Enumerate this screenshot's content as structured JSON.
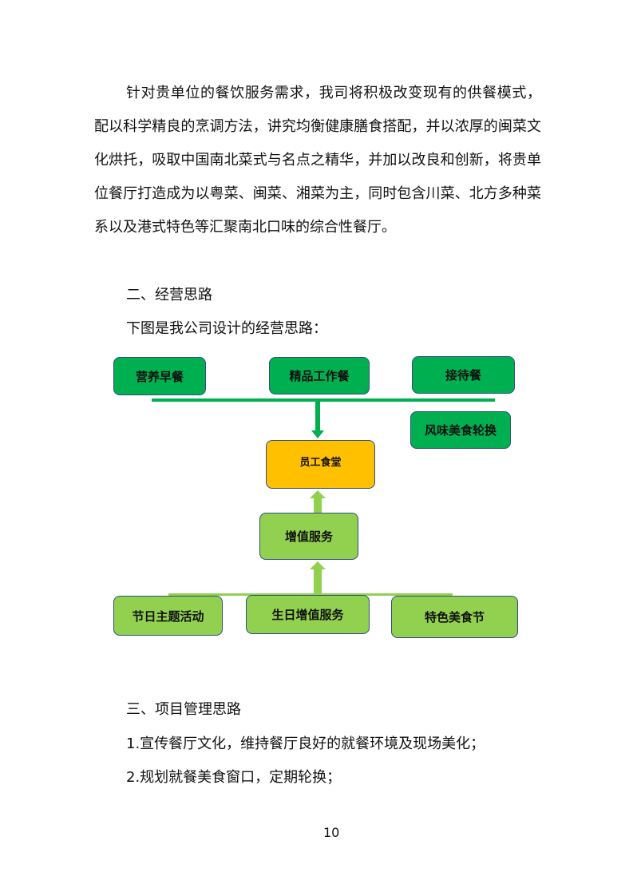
{
  "intro_paragraph": "针对贵单位的餐饮服务需求，我司将积极改变现有的供餐模式，配以科学精良的烹调方法，讲究均衡健康膳食搭配，并以浓厚的闽菜文化烘托，吸取中国南北菜式与名点之精华，并加以改良和创新，将贵单位餐厅打造成为以粤菜、闽菜、湘菜为主，同时包含川菜、北方多种菜系以及港式特色等汇聚南北口味的综合性餐厅。",
  "section2": {
    "heading": "二、经营思路",
    "caption": "下图是我公司设计的经营思路："
  },
  "diagram": {
    "top": [
      "营养早餐",
      "精品工作餐",
      "接待餐"
    ],
    "side": "风味美食轮换",
    "center": "员工食堂",
    "middle": "增值服务",
    "bottom": [
      "节日主题活动",
      "生日增值服务",
      "特色美食节"
    ],
    "colors": {
      "dark_green": "#00b050",
      "light_green": "#92d050",
      "orange": "#ffc000"
    }
  },
  "section3": {
    "heading": "三、项目管理思路",
    "items": [
      "1.宣传餐厅文化，维持餐厅良好的就餐环境及现场美化；",
      "2.规划就餐美食窗口，定期轮换；"
    ]
  },
  "page_number": "10"
}
